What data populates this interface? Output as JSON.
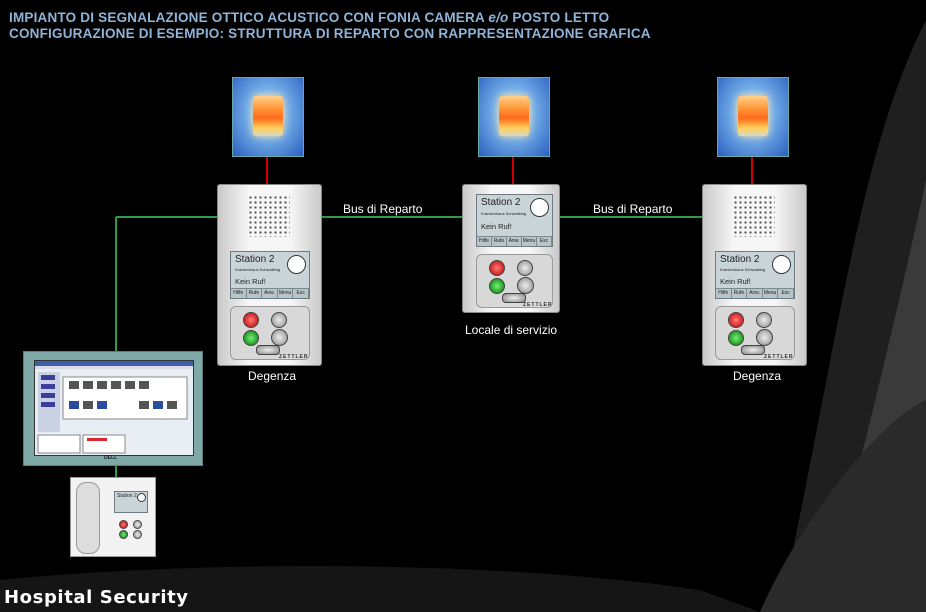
{
  "title": {
    "line1_part1": "IMPIANTO DI SEGNALAZIONE OTTICO ACUSTICO CON FONIA CAMERA ",
    "line1_italic": "e/o",
    "line1_part2": " POSTO LETTO",
    "line2": "CONFIGURAZIONE DI ESEMPIO: STRUTTURA DI REPARTO CON RAPPRESENTAZIONE GRAFICA"
  },
  "labels": {
    "bus_left": "Bus di Reparto",
    "bus_right": "Bus di Reparto",
    "station_left": "Degenza",
    "station_center": "Locale di servizio",
    "station_right": "Degenza"
  },
  "device_screen": {
    "station": "Station 2",
    "subtitle": "Krankenhaus Schwalbing",
    "status": "Kein Ruf!",
    "tabs": [
      "Hilfe",
      "Rufe",
      "Anw.",
      "Menu",
      "Esc"
    ],
    "brand": "ZETTLER"
  },
  "monitor_brand": "DELL",
  "footer": "Hospital Security",
  "colors": {
    "title": "#8fb4d9",
    "bus_wire": "#2e9a4a",
    "lamp_wire": "#d00000",
    "background": "#000000"
  }
}
